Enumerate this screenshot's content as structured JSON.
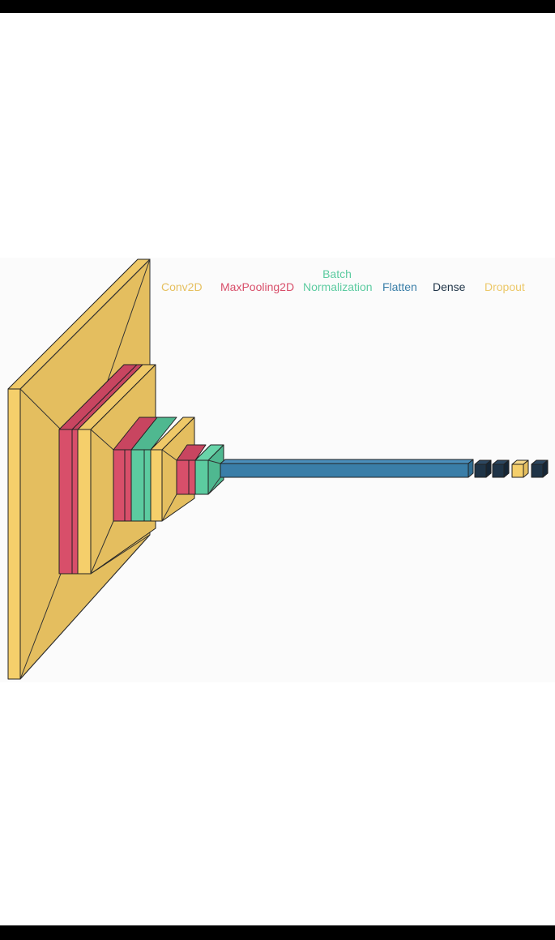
{
  "legend": [
    {
      "key": "conv2d",
      "label": "Conv2D",
      "color": "#e6c060"
    },
    {
      "key": "maxpool",
      "label": "MaxPooling2D",
      "color": "#d84f6a"
    },
    {
      "key": "batchnorm",
      "label_line1": "Batch",
      "label_line2": "Normalization",
      "color": "#5ccba0"
    },
    {
      "key": "flatten",
      "label": "Flatten",
      "color": "#3a7ea8"
    },
    {
      "key": "dense",
      "label": "Dense",
      "color": "#1f3447"
    },
    {
      "key": "dropout",
      "label": "Dropout",
      "color": "#ecc869"
    }
  ],
  "colors": {
    "conv2d_front": "#f5cf6b",
    "conv2d_side": "#e6c060",
    "maxpool_front": "#d84f6a",
    "maxpool_side": "#c84560",
    "batchnorm_front": "#5ccba0",
    "batchnorm_side": "#4fb890",
    "flatten": "#3a7ea8",
    "dense": "#1f3447",
    "dropout": "#f5cf6b"
  }
}
